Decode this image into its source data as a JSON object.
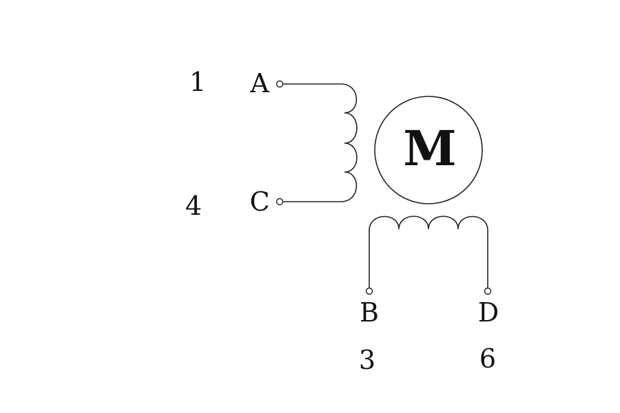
{
  "diagram": {
    "pin_numbers": {
      "a": "1",
      "c": "4",
      "b": "3",
      "d": "6"
    },
    "terminals": {
      "a": "A",
      "c": "C",
      "b": "B",
      "d": "D"
    },
    "motor_label": "M"
  },
  "colors": {
    "line": "#222222",
    "text": "#111111",
    "background": "#ffffff"
  }
}
